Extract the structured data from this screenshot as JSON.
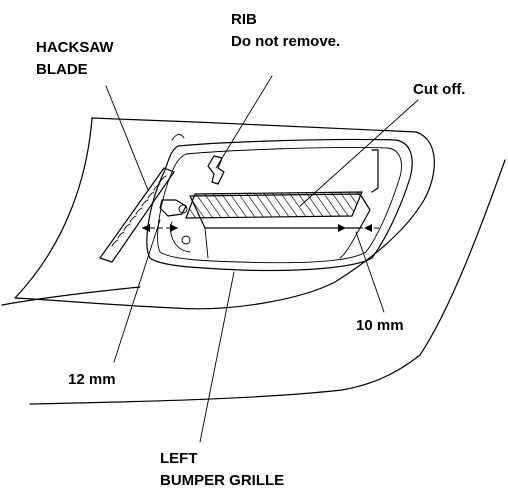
{
  "labels": {
    "hacksaw_line1": "HACKSAW",
    "hacksaw_line2": "BLADE",
    "rib_line1": "RIB",
    "rib_line2": "Do not remove.",
    "cut_off": "Cut off.",
    "dim_10": "10 mm",
    "dim_12": "12 mm",
    "grille_line1": "LEFT",
    "grille_line2": "BUMPER GRILLE"
  }
}
